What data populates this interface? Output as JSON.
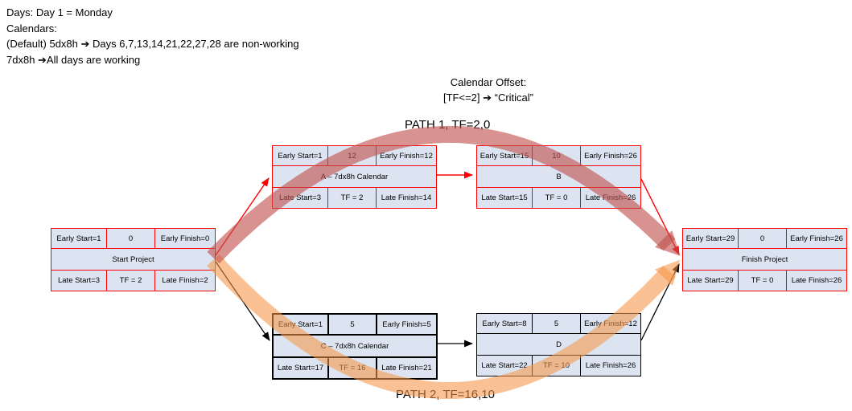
{
  "notes": {
    "lines": [
      "Days: Day 1 = Monday",
      "Calendars:",
      "(Default) 5dx8h ➔ Days 6,7,13,14,21,22,27,28 are non-working",
      "7dx8h ➔All days are working"
    ]
  },
  "calendar_offset": {
    "title": "Calendar Offset:",
    "rule": "[TF<=2] ➔ “Critical”"
  },
  "path_labels": {
    "path1": "PATH 1, TF=2,0",
    "path2": "PATH 2, TF=16,10"
  },
  "nodes": {
    "start": {
      "early_start": "Early Start=1",
      "duration": "0",
      "early_finish": "Early Finish=0",
      "title": "Start Project",
      "late_start": "Late Start=3",
      "total_float": "TF = 2",
      "late_finish": "Late Finish=2"
    },
    "a": {
      "early_start": "Early Start=1",
      "duration": "12",
      "early_finish": "Early Finish=12",
      "title": "A – 7dx8h Calendar",
      "late_start": "Late Start=3",
      "total_float": "TF = 2",
      "late_finish": "Late Finish=14"
    },
    "b": {
      "early_start": "Early Start=15",
      "duration": "10",
      "early_finish": "Early Finish=26",
      "title": "B",
      "late_start": "Late Start=15",
      "total_float": "TF = 0",
      "late_finish": "Late Finish=26"
    },
    "c": {
      "early_start": "Early Start=1",
      "duration": "5",
      "early_finish": "Early Finish=5",
      "title": "C – 7dx8h Calendar",
      "late_start": "Late Start=17",
      "total_float": "TF = 16",
      "late_finish": "Late Finish=21"
    },
    "d": {
      "early_start": "Early Start=8",
      "duration": "5",
      "early_finish": "Early Finish=12",
      "title": "D",
      "late_start": "Late Start=22",
      "total_float": "TF = 10",
      "late_finish": "Late Finish=26"
    },
    "finish": {
      "early_start": "Early Start=29",
      "duration": "0",
      "early_finish": "Early Finish=26",
      "title": "Finish Project",
      "late_start": "Late Start=29",
      "total_float": "TF = 0",
      "late_finish": "Late Finish=26"
    }
  },
  "colors": {
    "critical_border": "#ff0000",
    "normal_border": "#000000",
    "node_fill": "#dce4f1",
    "path1_arrow": "#c0504d",
    "path2_arrow": "#f79646"
  }
}
